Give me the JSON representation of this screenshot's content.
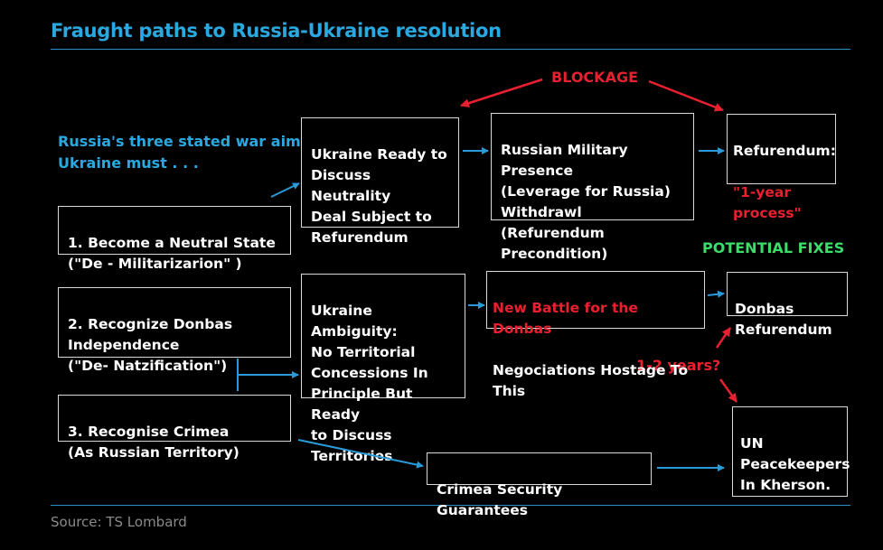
{
  "title": "Fraught paths to Russia-Ukraine resolution",
  "source": "Source: TS Lombard",
  "labels": {
    "aims_heading": "Russia's three stated war aims:\nUkraine must . . .",
    "blockage": "BLOCKAGE",
    "potential_fixes": "POTENTIAL FIXES",
    "timeline": "1-2 years?"
  },
  "boxes": {
    "aim_neutral": "1. Become a Neutral State\n(\"De - Militarizarion\" )",
    "aim_donbas": "2. Recognize Donbas\nIndependence\n(\"De- Natzification\")",
    "aim_crimea": "3. Recognise Crimea\n(As Russian Territory)",
    "ukraine_neutrality": "Ukraine Ready to\nDiscuss Neutrality\nDeal Subject to\nRefurendum",
    "russian_presence": "Russian Military Presence\n(Leverage for Russia)\nWithdrawl (Refurendum\nPrecondition)",
    "referendum_label": "Refurendum:",
    "referendum_note": "\"1-year\nprocess\"",
    "ukraine_ambiguity": "Ukraine Ambiguity:\nNo Territorial\nConcessions In\nPrinciple But Ready\nto Discuss Territories",
    "donbas_battle_title": "New Battle for the Donbas",
    "donbas_battle_text": "Negociations Hostage To This",
    "donbas_referendum": "Donbas\nRefurendum",
    "crimea_guarantees": "Crimea Security Guarantees",
    "un_peacekeepers": "UN\nPeacekeepers\nIn Kherson."
  },
  "colors": {
    "title_blue": "#2aa9e0",
    "arrow_blue": "#2a9ad8",
    "blockage_red": "#e8202f",
    "fixes_green": "#3ddc6a"
  }
}
